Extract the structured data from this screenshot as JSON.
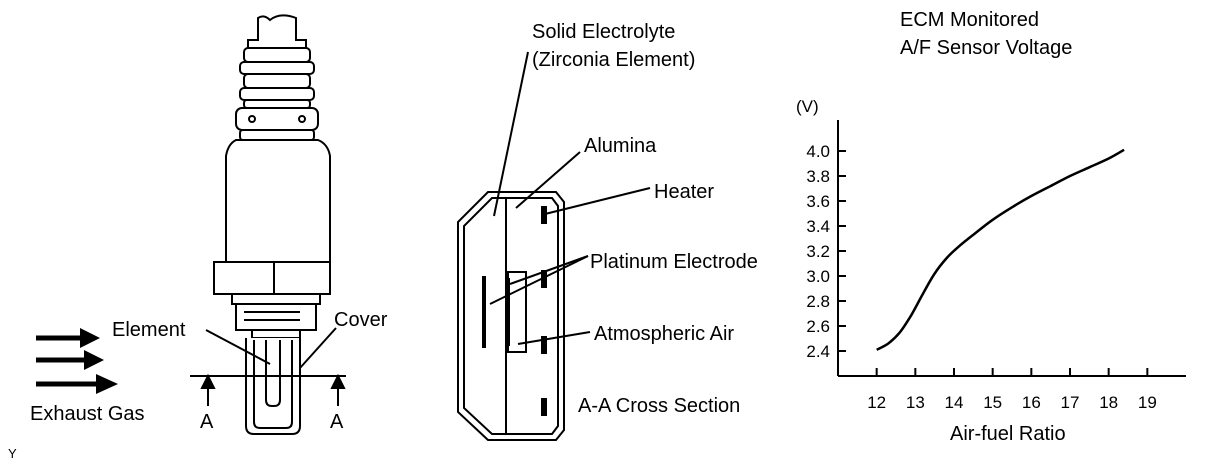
{
  "diagram": {
    "sensor": {
      "flow_label": "Exhaust Gas",
      "element_label": "Element",
      "cover_label": "Cover",
      "section_marker_left": "A",
      "section_marker_right": "A"
    },
    "cross_section": {
      "solid_electrolyte_label_line1": "Solid Electrolyte",
      "solid_electrolyte_label_line2": "(Zirconia Element)",
      "alumina_label": "Alumina",
      "heater_label": "Heater",
      "platinum_label": "Platinum Electrode",
      "atmospheric_label": "Atmospheric Air",
      "caption": "A-A Cross Section"
    },
    "corner_mark": "Y"
  },
  "chart_data": {
    "type": "line",
    "title": "ECM Monitored\nA/F Sensor Voltage",
    "title_line1": "ECM Monitored",
    "title_line2": "A/F Sensor Voltage",
    "xlabel": "Air-fuel Ratio",
    "ylabel": "(V)",
    "xlim": [
      11,
      20
    ],
    "ylim": [
      2.2,
      4.2
    ],
    "xticks": [
      12,
      13,
      14,
      15,
      16,
      17,
      18,
      19
    ],
    "xtick_labels": [
      "12",
      "13",
      "14",
      "15",
      "16",
      "17",
      "18",
      "19"
    ],
    "yticks": [
      2.4,
      2.6,
      2.8,
      3.0,
      3.2,
      3.4,
      3.6,
      3.8,
      4.0
    ],
    "ytick_labels": [
      "2.4",
      "2.6",
      "2.8",
      "3.0",
      "3.2",
      "3.4",
      "3.6",
      "3.8",
      "4.0"
    ],
    "grid": false,
    "series": [
      {
        "x": [
          12.0,
          12.3,
          12.6,
          12.9,
          13.2,
          13.5,
          13.8,
          14.1,
          14.5,
          15.0,
          15.5,
          16.0,
          16.5,
          17.0,
          17.5,
          18.0,
          18.4
        ],
        "y": [
          2.41,
          2.46,
          2.55,
          2.69,
          2.86,
          3.02,
          3.14,
          3.23,
          3.33,
          3.45,
          3.55,
          3.64,
          3.72,
          3.8,
          3.87,
          3.94,
          4.01
        ]
      }
    ]
  }
}
